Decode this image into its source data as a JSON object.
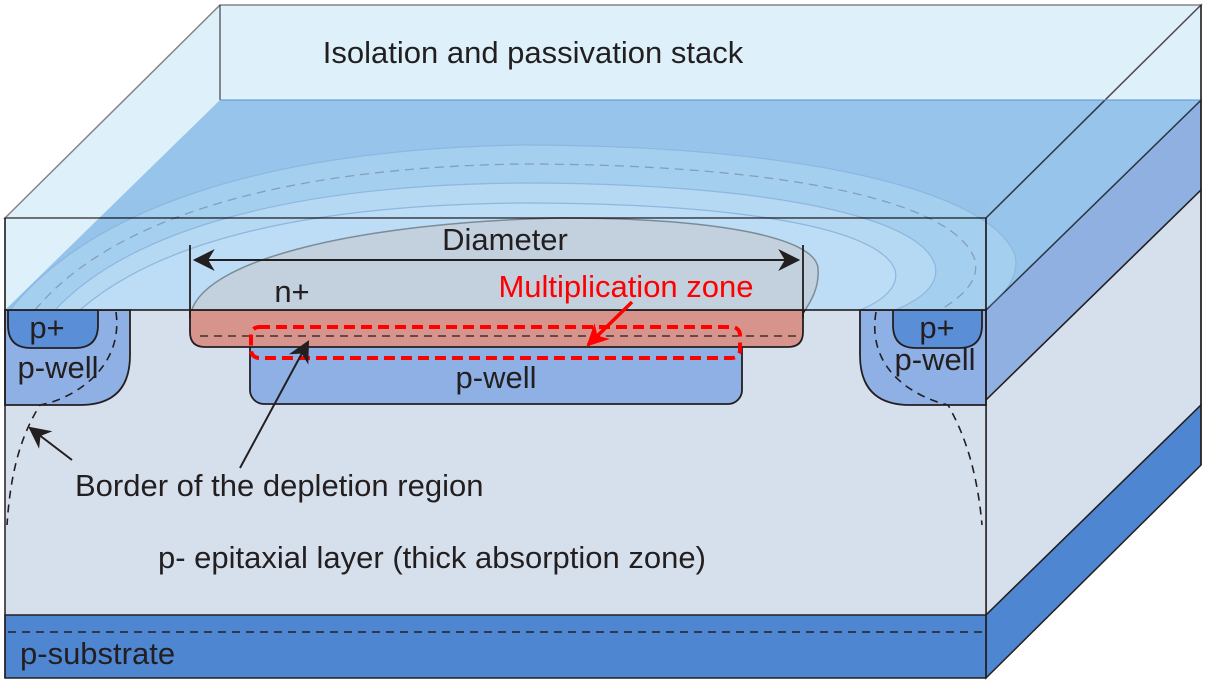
{
  "labels": {
    "top_layer": "Isolation and passivation stack",
    "diameter": "Diameter",
    "n_plus": "n+",
    "multiplication_zone": "Multiplication zone",
    "p_plus_left": "p+",
    "p_plus_right": "p+",
    "p_well_left": "p-well",
    "p_well_right": "p-well",
    "p_well_center": "p-well",
    "depletion_border": "Border of the depletion region",
    "epitaxial_layer": "p- epitaxial layer (thick absorption zone)",
    "substrate": "p-substrate"
  },
  "colors": {
    "passivation": "#c4e6f9",
    "guard_ring": "#6aa6dc",
    "epi_layer": "#d6e0ec",
    "substrate": "#4f86d2",
    "p_well": "#8fb0e4",
    "p_plus": "#5a8fd8",
    "n_plus": "#d7948c",
    "multiplication_zone": "#ff0000",
    "outline": "#231f20"
  }
}
